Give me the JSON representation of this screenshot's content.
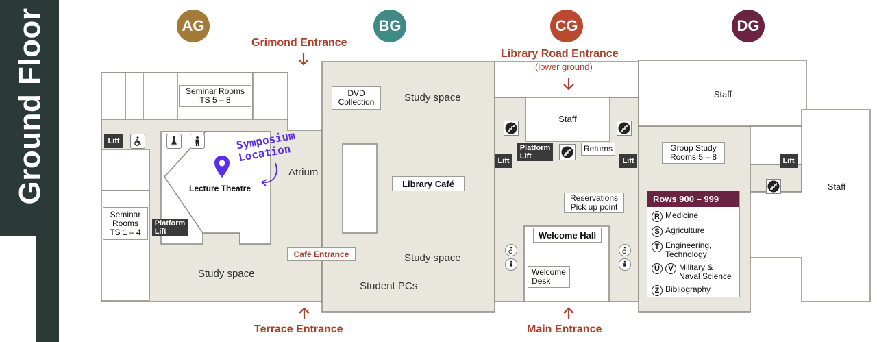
{
  "side_title": "Ground Floor",
  "zones": [
    {
      "label": "AG",
      "color": "#a47a38"
    },
    {
      "label": "BG",
      "color": "#3e8a84"
    },
    {
      "label": "CG",
      "color": "#b94a30"
    },
    {
      "label": "DG",
      "color": "#6a2442"
    }
  ],
  "entrances": {
    "grimond": "Grimond Entrance",
    "library_road": "Library Road Entrance",
    "library_road_sub": "(lower ground)",
    "terrace": "Terrace Entrance",
    "main": "Main Entrance",
    "cafe": "Café Entrance"
  },
  "rooms": {
    "seminar_5_8": "Seminar Rooms\nTS 5 – 8",
    "seminar_1_4": "Seminar\nRooms\nTS 1 – 4",
    "dvd": "DVD\nCollection",
    "lecture_theatre": "Lecture Theatre",
    "symposium": "Symposium\nLocation",
    "atrium": "Atrium",
    "study_space_left": "Study space",
    "study_space_top": "Study space",
    "study_space_mid": "Study space",
    "student_pcs": "Student PCs",
    "library_cafe": "Library Café",
    "staff_mid": "Staff",
    "staff_top": "Staff",
    "staff_right": "Staff",
    "returns": "Returns",
    "platform_lift": "Platform\nLift",
    "lift": "Lift",
    "group_study": "Group Study\nRooms 5 – 8",
    "reservations": "Reservations\nPick up point",
    "welcome_hall": "Welcome Hall",
    "welcome_desk": "Welcome\nDesk"
  },
  "rows_panel": {
    "title": "Rows 900 – 999",
    "items": [
      {
        "letters": [
          "R"
        ],
        "subject": "Medicine"
      },
      {
        "letters": [
          "S"
        ],
        "subject": "Agriculture"
      },
      {
        "letters": [
          "T"
        ],
        "subject": "Engineering,\nTechnology"
      },
      {
        "letters": [
          "U",
          "V"
        ],
        "subject": "Military &\nNaval Science"
      },
      {
        "letters": [
          "Z"
        ],
        "subject": "Bibliography"
      }
    ]
  },
  "colors": {
    "floor": "#e9e6dd",
    "wall": "#8d8a84",
    "entrance": "#a8402d",
    "rows_header": "#6a2442",
    "annotation": "#5b2ee8"
  }
}
